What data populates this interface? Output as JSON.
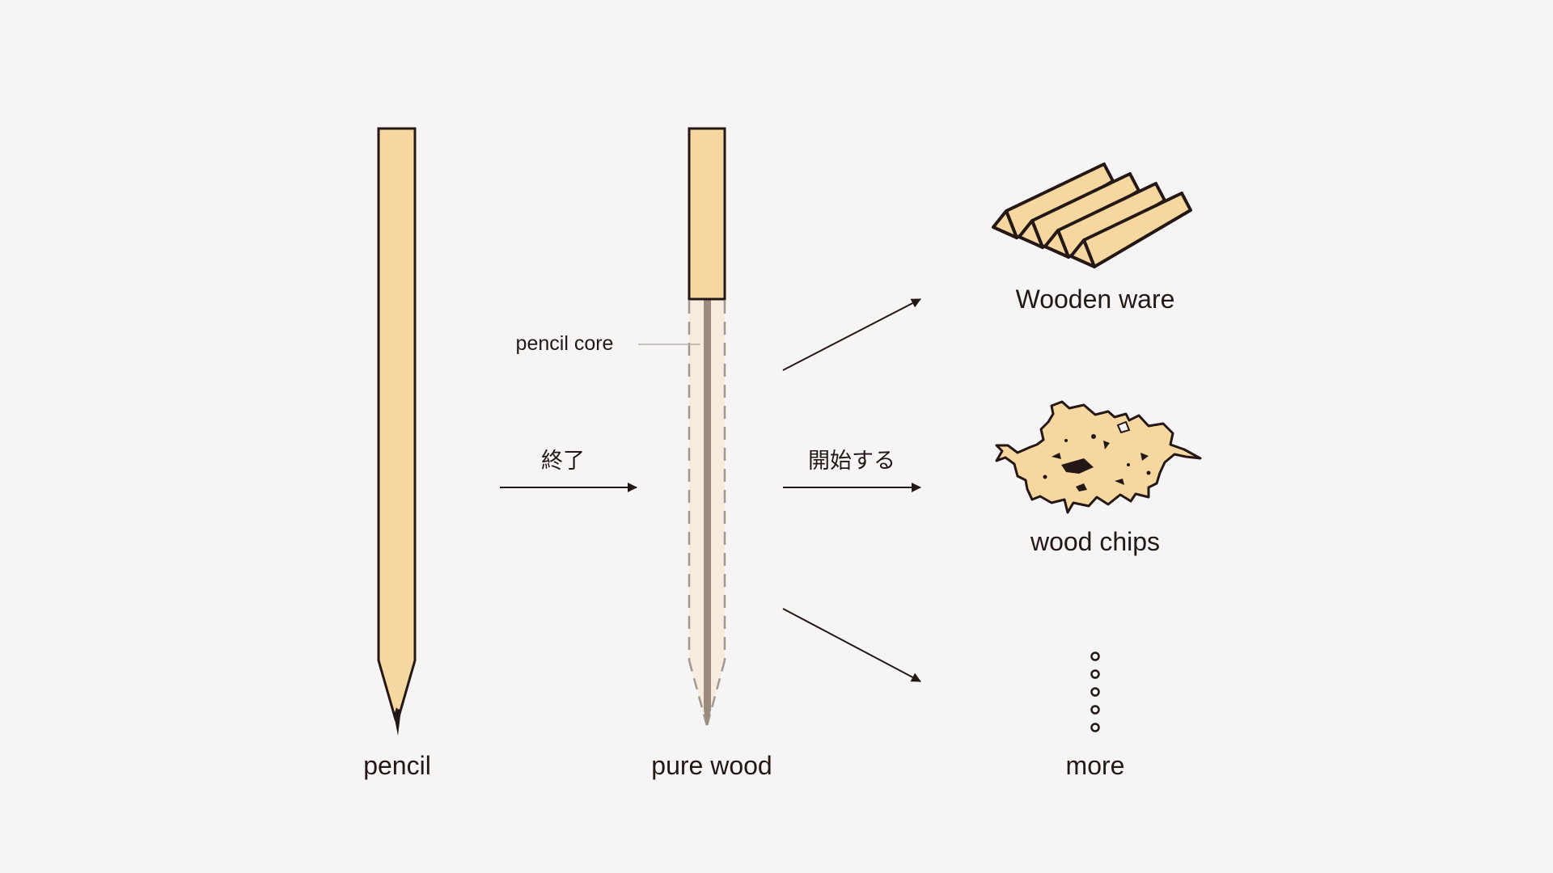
{
  "labels": {
    "pencil": "pencil",
    "pure_wood": "pure wood",
    "pencil_core": "pencil core",
    "end": "終了",
    "start": "開始する",
    "wooden_ware": "Wooden ware",
    "wood_chips": "wood chips",
    "more": "more"
  },
  "colors": {
    "background": "#f6f4f4",
    "wood": "#f6d7a0",
    "outline": "#231815",
    "core": "#9a8b7e",
    "ghost_wood": "#f6ebdc",
    "dash": "#a09891"
  },
  "icons": [
    "wooden-ware-icon",
    "wood-chips-icon",
    "more-dots-icon"
  ]
}
